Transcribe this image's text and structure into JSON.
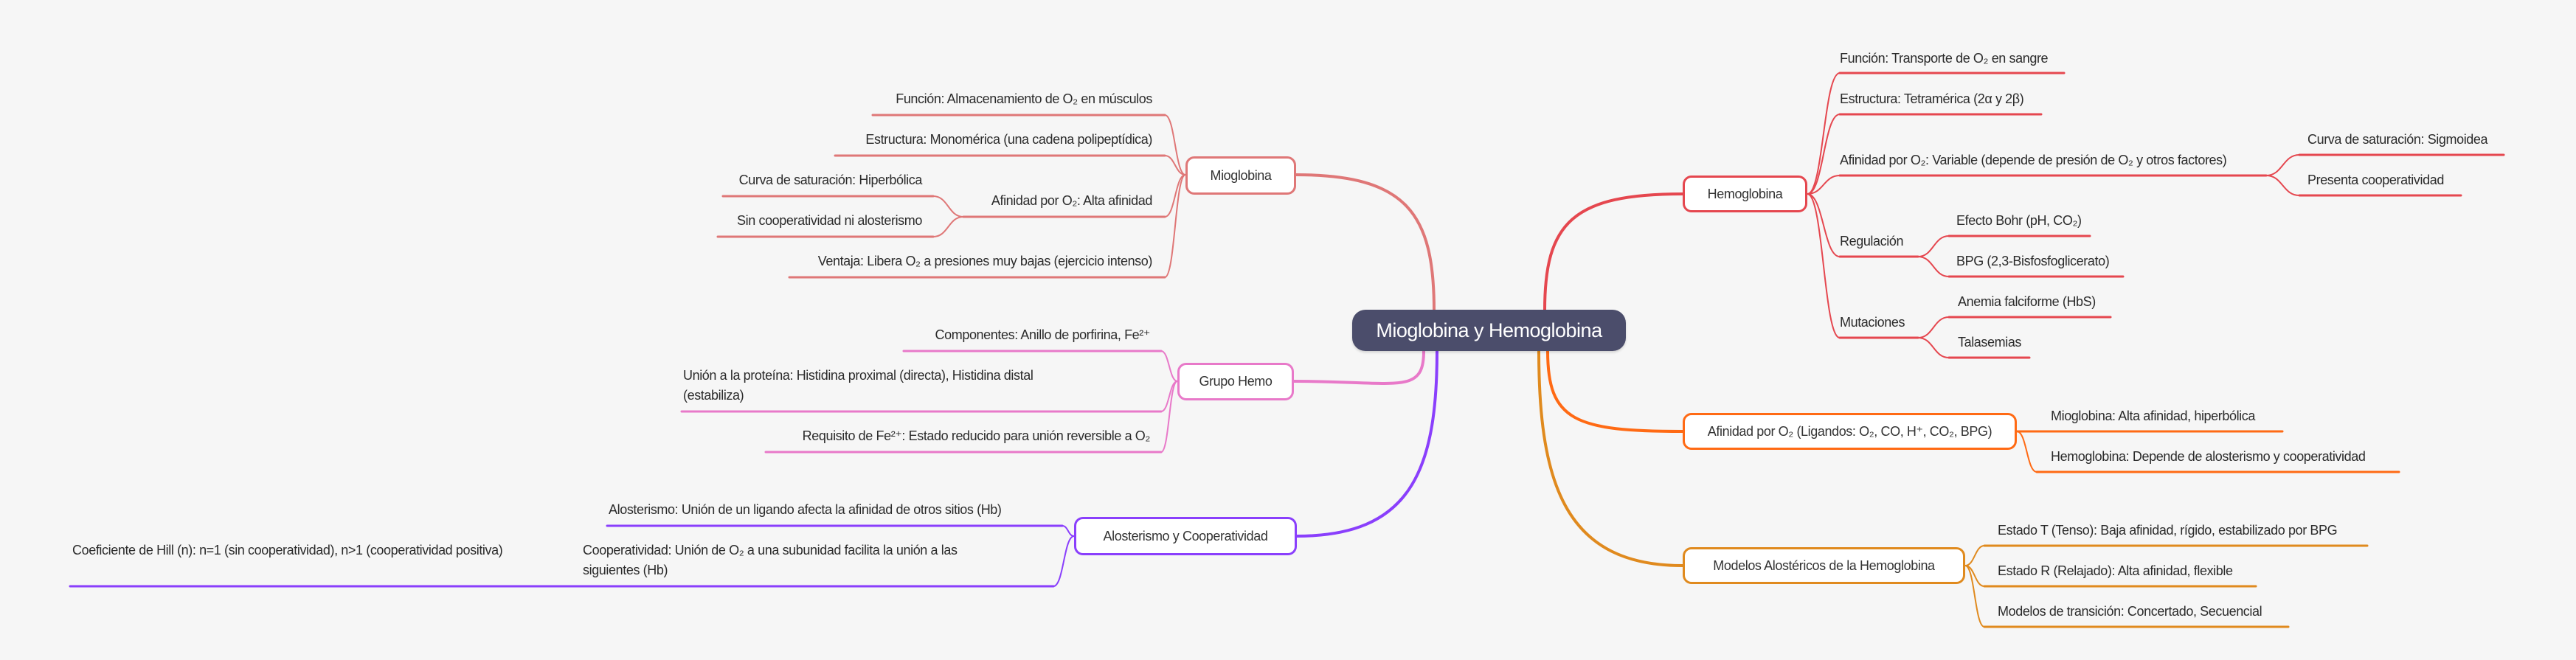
{
  "root": "Mioglobina y Hemoglobina",
  "colors": {
    "background": "#f6f6f6",
    "root": "#4b4d6b",
    "mioglobina": "#df7777",
    "hemoglobina": "#e5474f",
    "afinidad": "#ff6a14",
    "modelos": "#e08a1e",
    "grupo_hemo": "#e879c9",
    "alosterismo": "#8a3ffc"
  },
  "mioglobina": {
    "label": "Mioglobina",
    "funcion": "Función: Almacenamiento de O₂ en músculos",
    "estructura": "Estructura: Monomérica (una cadena polipeptídica)",
    "afinidad": "Afinidad por O₂: Alta afinidad",
    "curva": "Curva de saturación: Hiperbólica",
    "sin_coop": "Sin cooperatividad ni alosterismo",
    "ventaja": "Ventaja: Libera O₂ a presiones muy bajas (ejercicio intenso)"
  },
  "grupo_hemo": {
    "label": "Grupo Hemo",
    "componentes": "Componentes: Anillo de porfirina, Fe²⁺",
    "union": "Unión a la proteína: Histidina proximal (directa), Histidina distal (estabiliza)",
    "requisito": "Requisito de Fe²⁺: Estado reducido para unión reversible a O₂"
  },
  "alosterismo": {
    "label": "Alosterismo y Cooperatividad",
    "alosterismo": "Alosterismo: Unión de un ligando afecta la afinidad de otros sitios (Hb)",
    "cooperatividad": "Cooperatividad: Unión de O₂ a una subunidad facilita la unión a las siguientes (Hb)",
    "hill": "Coeficiente de Hill (n):  n=1 (sin cooperatividad), n>1 (cooperatividad positiva)"
  },
  "hemoglobina": {
    "label": "Hemoglobina",
    "funcion": "Función: Transporte de O₂ en sangre",
    "estructura": "Estructura: Tetramérica (2α y 2β)",
    "afinidad": "Afinidad por O₂: Variable (depende de presión de O₂ y otros factores)",
    "curva": "Curva de saturación: Sigmoidea",
    "coop": "Presenta cooperatividad",
    "regulacion": "Regulación",
    "bohr": "Efecto Bohr (pH, CO₂)",
    "bpg": "BPG (2,3-Bisfosfoglicerato)",
    "mutaciones": "Mutaciones",
    "anemia": "Anemia falciforme (HbS)",
    "talasemias": "Talasemias"
  },
  "afinidad": {
    "label": "Afinidad por O₂ (Ligandos: O₂, CO, H⁺, CO₂, BPG)",
    "mb": "Mioglobina: Alta afinidad, hiperbólica",
    "hb": "Hemoglobina: Depende de alosterismo y cooperatividad"
  },
  "modelos": {
    "label": "Modelos Alostéricos de la Hemoglobina",
    "t": "Estado T (Tenso): Baja afinidad, rígido, estabilizado por BPG",
    "r": "Estado R (Relajado): Alta afinidad, flexible",
    "trans": "Modelos de transición: Concertado, Secuencial"
  }
}
